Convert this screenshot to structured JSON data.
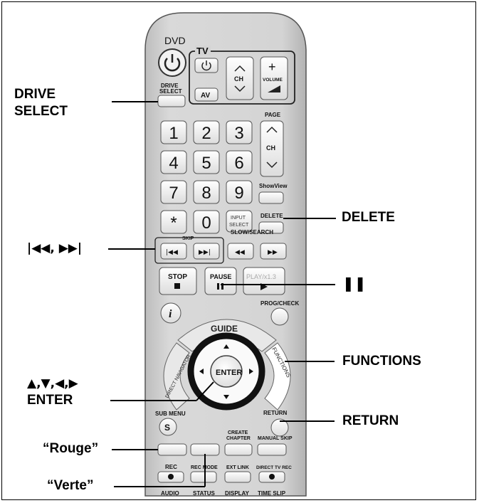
{
  "remote": {
    "dvd_label": "DVD",
    "tv_label": "TV",
    "drive_select_label": "DRIVE\nSELECT",
    "av_label": "AV",
    "ch_label": "CH",
    "volume_label": "VOLUME",
    "page_label": "PAGE",
    "keypad": [
      "1",
      "2",
      "3",
      "4",
      "5",
      "6",
      "7",
      "8",
      "9",
      "*",
      "0"
    ],
    "input_select_label": "INPUT\nSELECT",
    "showview_label": "ShowView",
    "delete_label": "DELETE",
    "skip_label": "SKIP",
    "slow_search_label": "SLOW/SEARCH",
    "stop_label": "STOP",
    "pause_label": "PAUSE",
    "play_label": "PLAY/x1.3",
    "prog_check_label": "PROG/CHECK",
    "info_label": "i",
    "guide_label": "GUIDE",
    "direct_navigator_label": "DIRECT NAVIGATOR",
    "functions_label": "FUNCTIONS",
    "enter_label": "ENTER",
    "sub_menu_label": "SUB MENU",
    "sub_menu_button": "S",
    "return_label": "RETURN",
    "create_chapter_label": "CREATE\nCHAPTER",
    "manual_skip_label": "MANUAL SKIP",
    "rec_label": "REC",
    "rec_mode_label": "REC MODE",
    "ext_link_label": "EXT LINK",
    "direct_tv_rec_label": "DIRECT TV REC",
    "audio_label": "AUDIO",
    "status_label": "STATUS",
    "display_label": "DISPLAY",
    "time_slip_label": "TIME SLIP"
  },
  "callouts": {
    "drive_select": "DRIVE\nSELECT",
    "delete": "DELETE",
    "skip": "|◀◀, ▶▶|",
    "pause": "❚❚",
    "functions": "FUNCTIONS",
    "arrows_enter": "▲,▼,◀,▶\nENTER",
    "return": "RETURN",
    "rouge": "“Rouge”",
    "verte": "“Verte”"
  },
  "colors": {
    "body": "#d2d2d2",
    "button": "#efefef",
    "ring": "#111111",
    "highlight": "#ffffff"
  }
}
